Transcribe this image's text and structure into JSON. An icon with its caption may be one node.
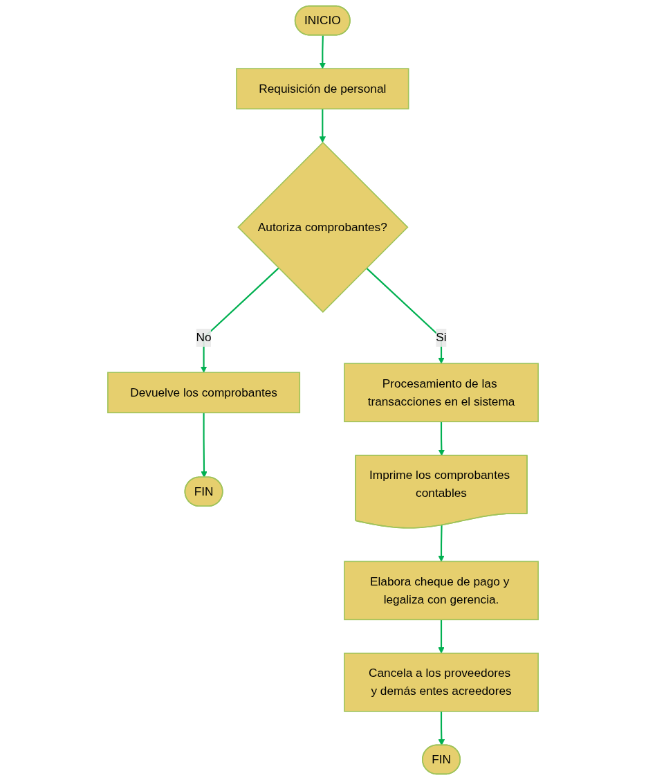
{
  "diagram": {
    "nodes": [
      {
        "text": [
          "INICIO"
        ]
      },
      {
        "text": [
          "Requisición de personal"
        ]
      },
      {
        "text": [
          "Autoriza comprobantes?"
        ]
      },
      {
        "text": [
          "Devuelve los comprobantes"
        ]
      },
      {
        "text": [
          "FIN"
        ]
      },
      {
        "text": [
          "Procesamiento de las transacciones en el sistema"
        ]
      },
      {
        "text": [
          "Imprime los comprobantes contables"
        ]
      },
      {
        "text": [
          "Elabora cheque de pago y legaliza con gerencia."
        ]
      },
      {
        "text": [
          "Cancela a los proveedores y demás entes acreedores"
        ]
      },
      {
        "text": [
          "FIN"
        ]
      }
    ],
    "edges": [
      {
        "from": 0,
        "to": 1,
        "arrow": "to"
      },
      {
        "from": 1,
        "to": 2,
        "arrow": "to"
      },
      {
        "from": 2,
        "to": 3,
        "arrow": "to",
        "label": "No"
      },
      {
        "from": 3,
        "to": 4,
        "arrow": "to"
      },
      {
        "from": 2,
        "to": 5,
        "arrow": "to",
        "label": "Si"
      },
      {
        "from": 5,
        "to": 6,
        "arrow": "to"
      },
      {
        "from": 6,
        "to": 7,
        "arrow": "to"
      },
      {
        "from": 7,
        "to": 8,
        "arrow": "to"
      },
      {
        "from": 8,
        "to": 9,
        "arrow": "to"
      }
    ]
  }
}
